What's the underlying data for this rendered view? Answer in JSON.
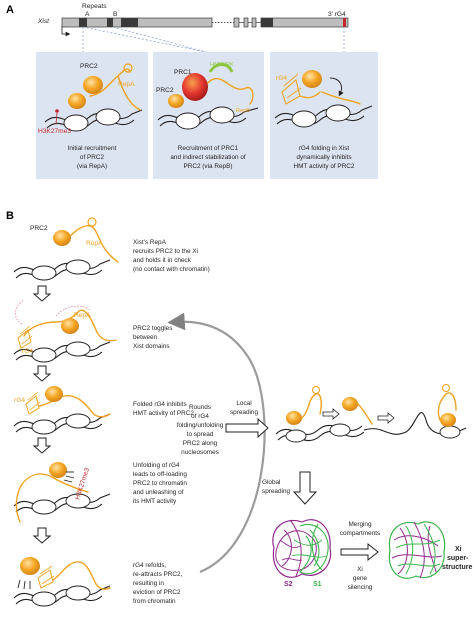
{
  "colors": {
    "rna_orange": "#f0a21f",
    "prc2_orange": "#f5a623",
    "prc1_red": "#e3342f",
    "hnrnpk_green": "#8cc63f",
    "h3k27me3_red": "#c1272d",
    "box_blue": "#dde4f1",
    "s2_purple": "#92278f",
    "s1_green": "#39b54a",
    "dna_black": "#231f20"
  },
  "panel_a": {
    "label": "A",
    "gene": "Xist",
    "repeats_label": "Repeats",
    "repeat_a": "A",
    "repeat_b": "B",
    "rg4_end": "3′ rG4",
    "box1": {
      "prc2": "PRC2",
      "repa": "RepA",
      "mark": "H3K27me3",
      "caption": [
        "Initial recruitment",
        "of PRC2",
        "(via RepA)"
      ]
    },
    "box2": {
      "prc1": "PRC1",
      "prc2": "PRC2",
      "hnrnpk": "HNRNPK",
      "repb": "RepB",
      "caption": [
        "Recruitment of PRC1",
        "and indirect stabilization of",
        "PRC2 (via RepB)"
      ]
    },
    "box3": {
      "rg4": "rG4",
      "caption": [
        "rG4 folding in Xist",
        "dynamically inhibits",
        "HMT activity of PRC2"
      ]
    }
  },
  "panel_b": {
    "label": "B",
    "steps": [
      {
        "prc2": "PRC2",
        "repa": "RepA",
        "caption": [
          "Xist's RepA",
          "recruits PRC2 to the Xi",
          "and holds it in check",
          "(no contact with chromatin)"
        ]
      },
      {
        "repa": "RepA",
        "rg4": "rG4",
        "caption": [
          "PRC2 toggles",
          "between",
          "Xist domains"
        ]
      },
      {
        "rg4": "rG4",
        "caption": [
          "Folded rG4 inhibits",
          "HMT activity of PRC2"
        ]
      },
      {
        "mark": "H3K27me3",
        "caption": [
          "Unfolding of rG4",
          "leads to off-loading",
          "PRC2 to chromatin",
          "and unleashing of",
          "its HMT activity"
        ]
      },
      {
        "caption": [
          "rG4 refolds,",
          "re-attracts PRC2,",
          "resulting in",
          "eviction of PRC2",
          "from chromatin"
        ]
      }
    ],
    "rounds_text": [
      "Rounds",
      "of rG4",
      "folding/unfolding",
      "to spread",
      "PRC2 along",
      "nucleosomes"
    ],
    "local_spreading": [
      "Local",
      "spreading"
    ],
    "global_spreading": [
      "Global",
      "spreading"
    ],
    "merging": [
      "Merging",
      "compartments"
    ],
    "silencing": [
      "Xi",
      "gene",
      "silencing"
    ],
    "s2": "S2",
    "s1": "S1",
    "superstructure": [
      "Xi",
      "super-",
      "structure"
    ]
  }
}
